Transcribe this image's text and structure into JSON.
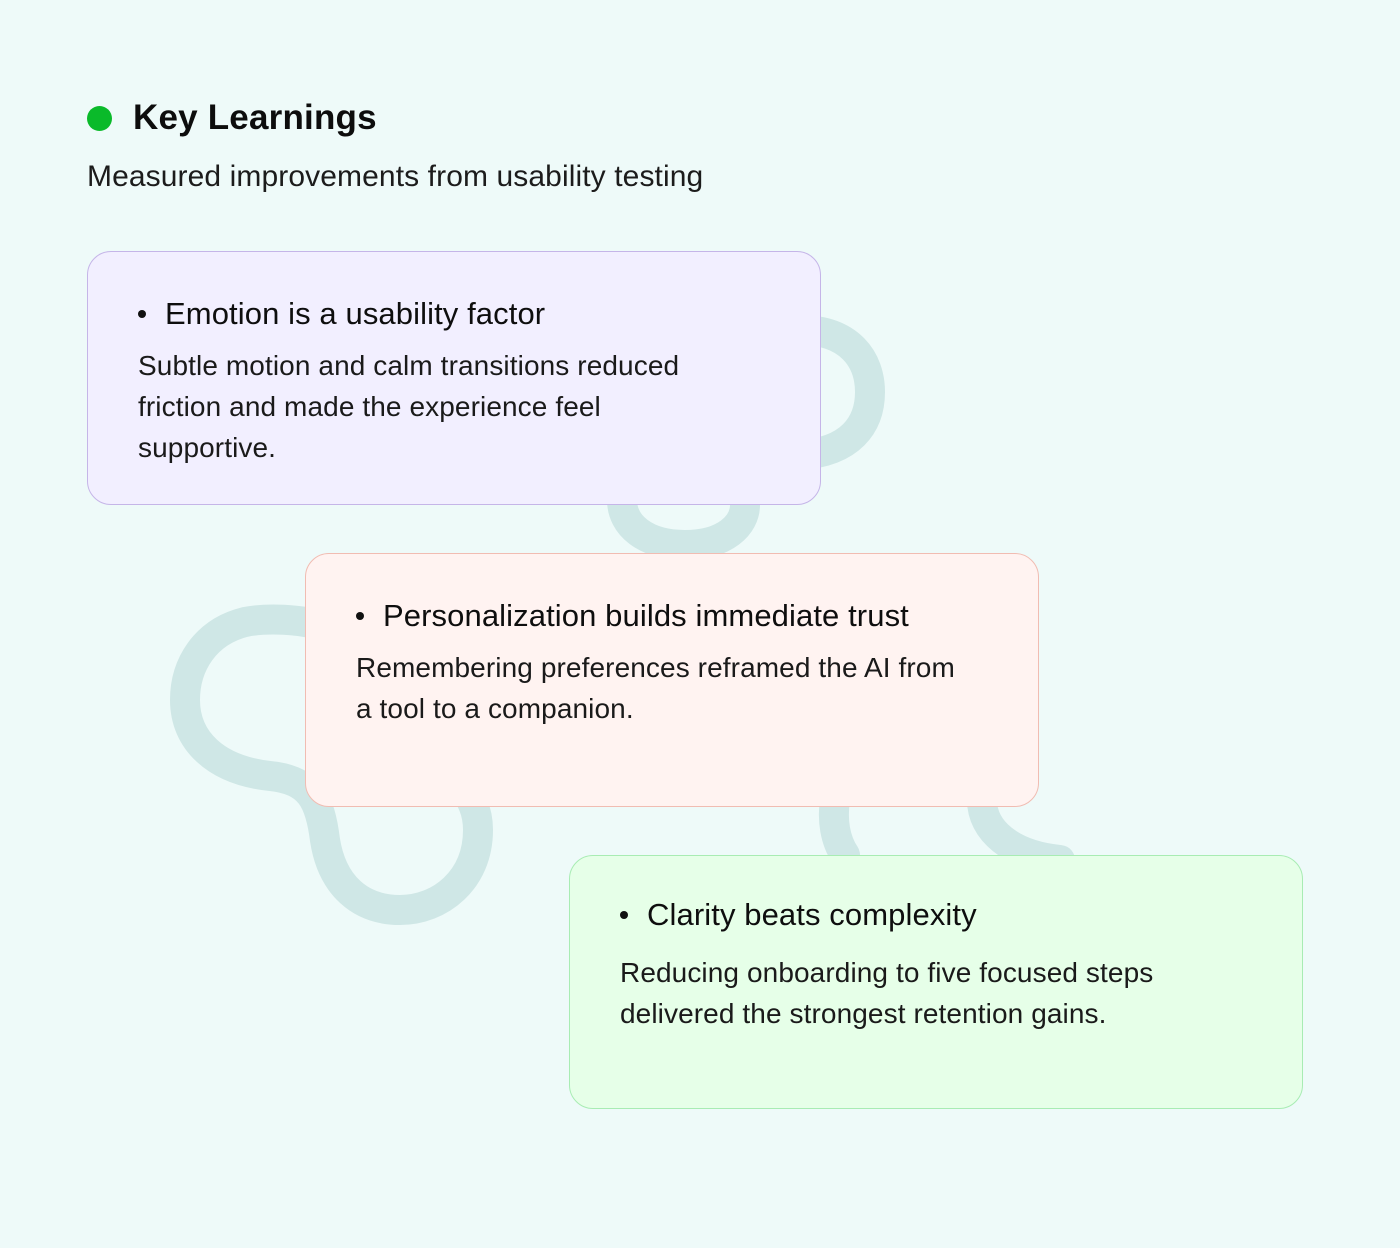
{
  "colors": {
    "background": "#eefaf9",
    "accent_dot": "#0aba2a",
    "wave": "#cfe7e6"
  },
  "header": {
    "title": "Key Learnings",
    "subtitle": "Measured improvements from usability testing"
  },
  "cards": [
    {
      "title": "Emotion is a usability factor",
      "body": "Subtle motion and calm transitions reduced friction and made the experience feel supportive.",
      "background": "#f2efff",
      "border": "#c5b5e8"
    },
    {
      "title": "Personalization builds immediate trust",
      "body": "Remembering preferences reframed the AI from a tool to a companion.",
      "background": "#fff3f1",
      "border": "#f1bcb2"
    },
    {
      "title": "Clarity beats complexity",
      "body": "Reducing onboarding to five focused steps delivered the strongest retention gains.",
      "background": "#e6ffe8",
      "border": "#a8ecb3"
    }
  ]
}
